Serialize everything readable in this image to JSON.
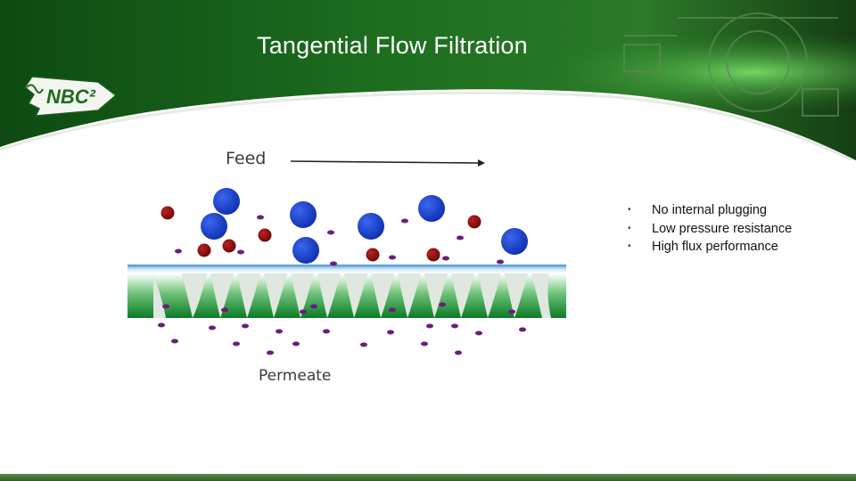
{
  "slide": {
    "title": "Tangential Flow Filtration",
    "logo_text": "NBC²"
  },
  "diagram": {
    "feed_label": "Feed",
    "permeate_label": "Permeate"
  },
  "bullets": [
    "No internal plugging",
    "Low pressure resistance",
    "High flux performance"
  ],
  "colors": {
    "header_green": "#1e6b1e",
    "large_particle": "#1a3cc4",
    "medium_particle": "#8b1010",
    "small_particle": "#6a1e7a",
    "membrane_green": "#0f8a2c"
  }
}
